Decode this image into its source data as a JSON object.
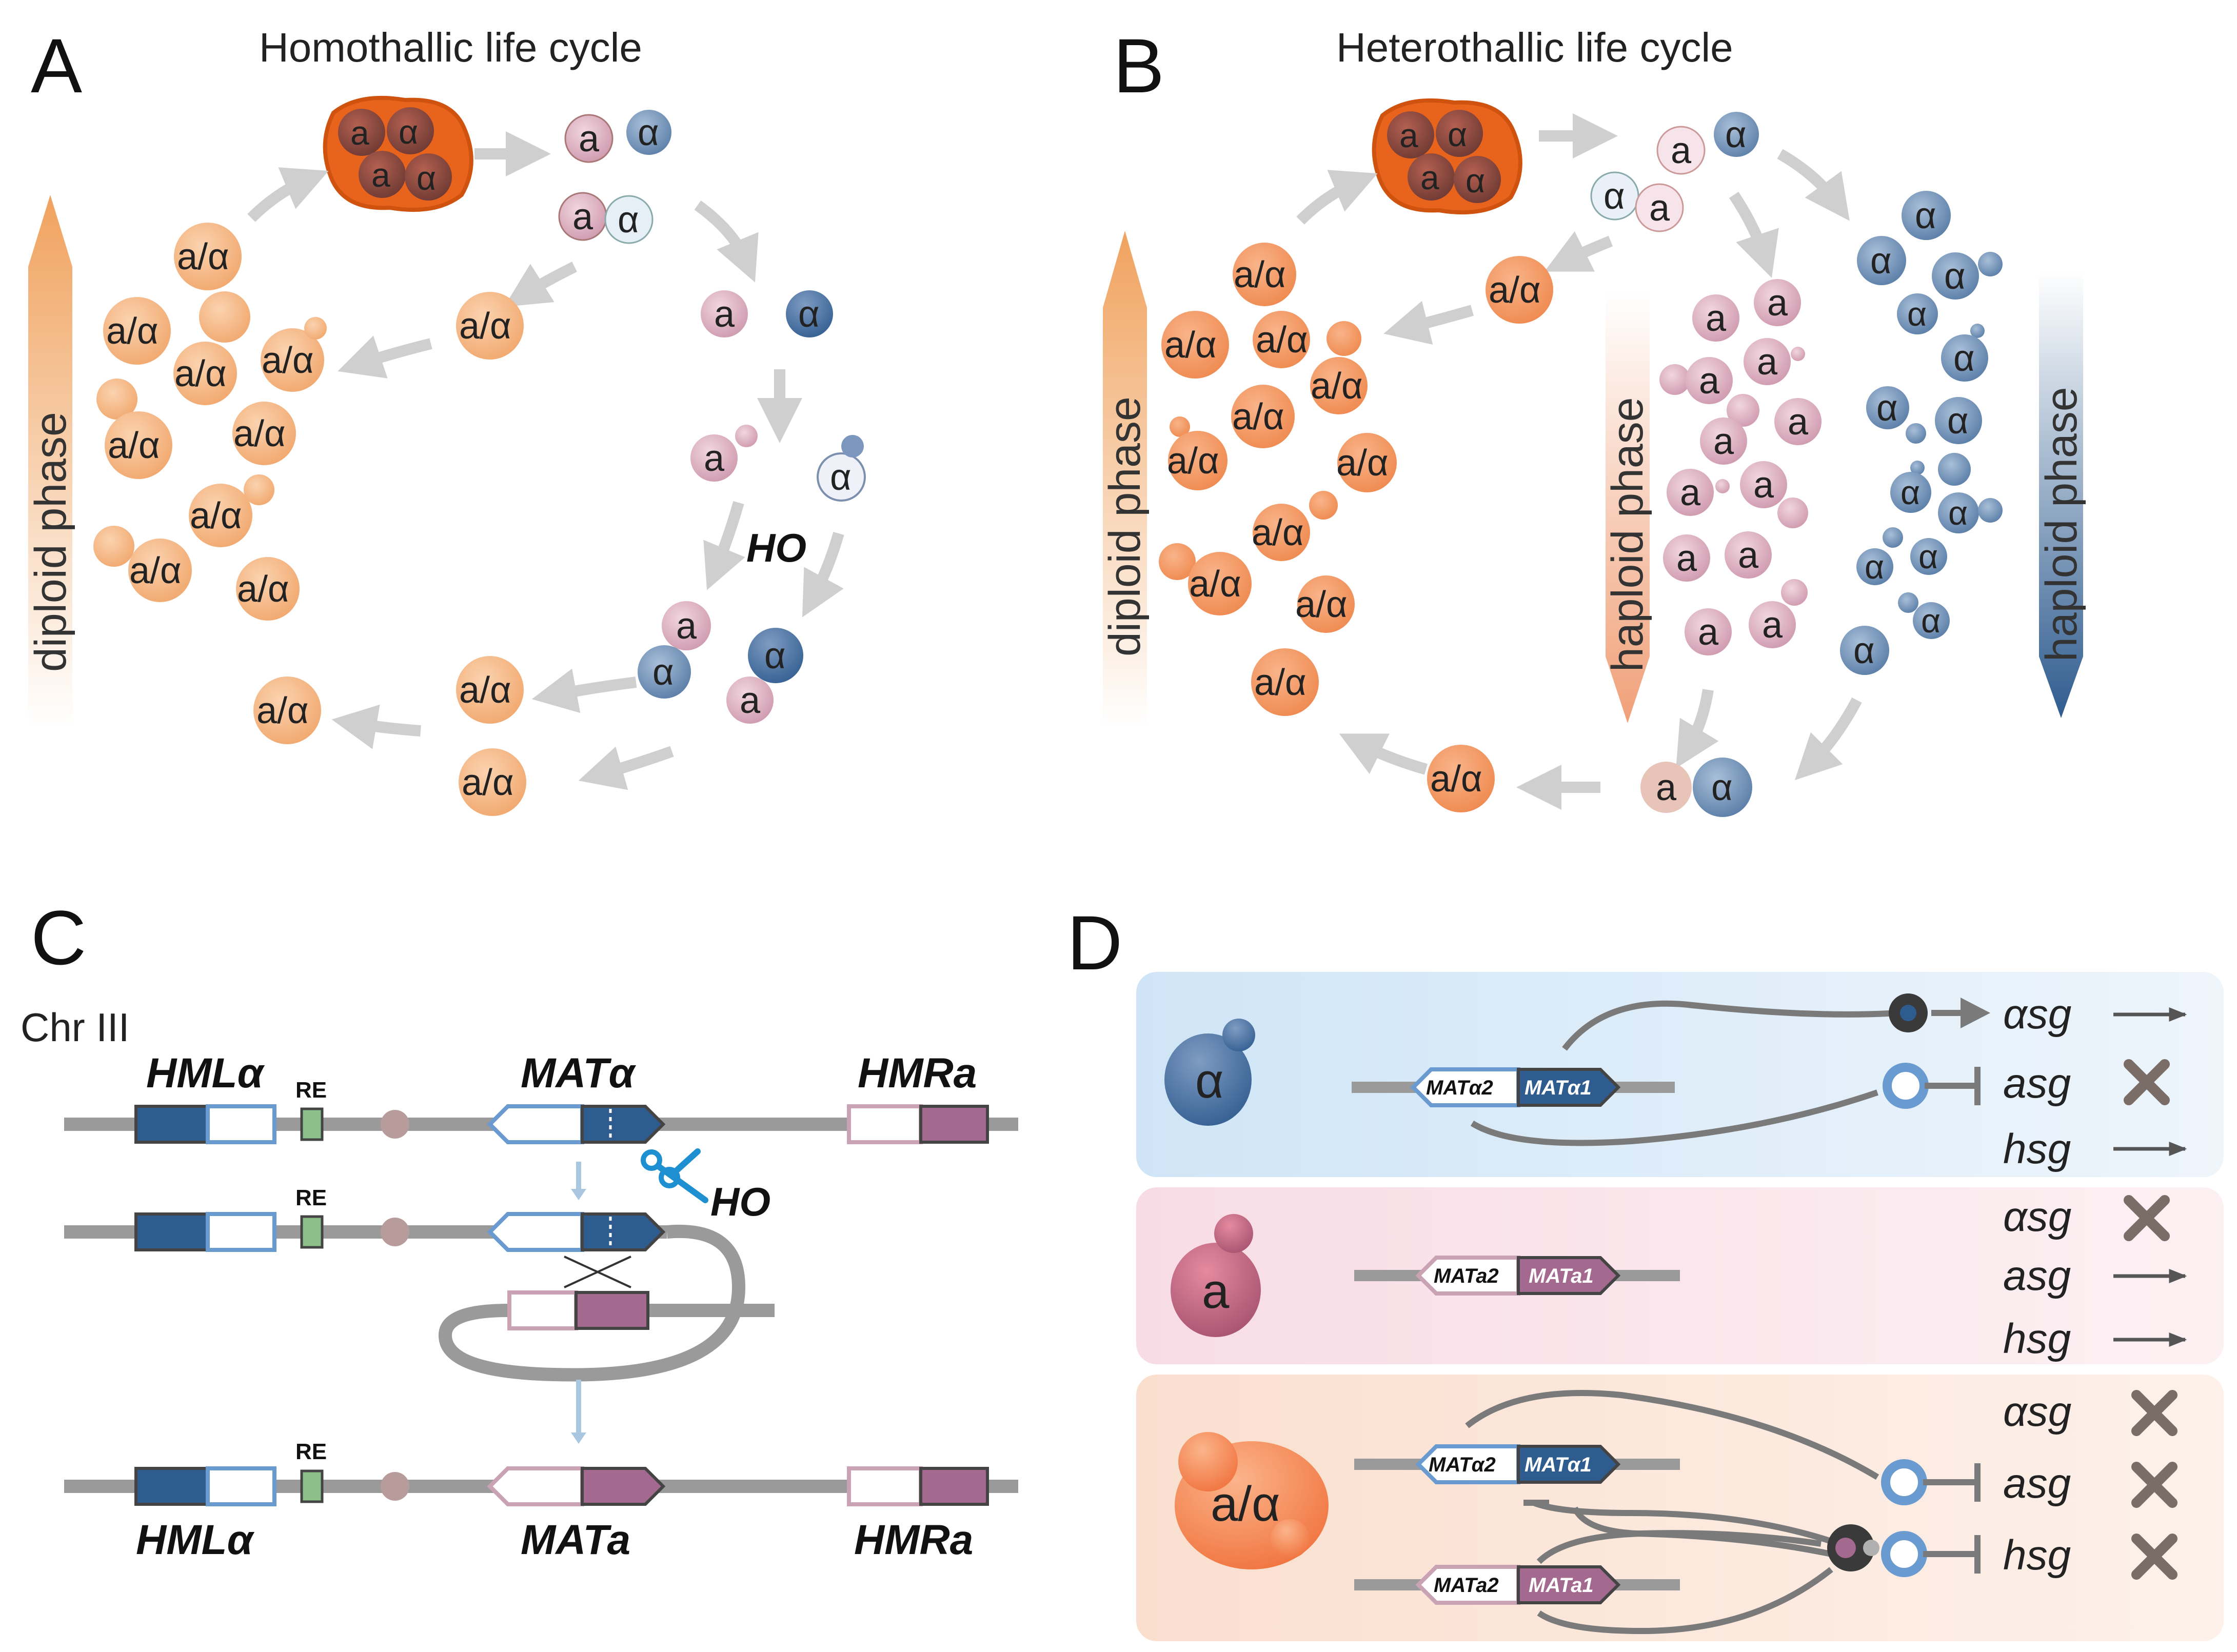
{
  "panels": {
    "a": {
      "letter": "A",
      "title": "Homothallic life cycle",
      "phase_label": "diploid phase",
      "enzyme": "HO"
    },
    "b": {
      "letter": "B",
      "title": "Heterothallic life cycle",
      "diploid_label": "diploid phase",
      "haploid_label_a": "haploid phase",
      "haploid_label_alpha": "haploid phase"
    },
    "c": {
      "letter": "C",
      "chromosome": "Chr III",
      "re": "RE",
      "hml_alpha": "HMLα",
      "mat_alpha": "MATα",
      "hmr_a": "HMRa",
      "mat_a": "MATa",
      "enzyme": "HO"
    },
    "d": {
      "letter": "D",
      "genes": {
        "mat_alpha2": "MATα2",
        "mat_alpha1": "MATα1",
        "mat_a2": "MATa2",
        "mat_a1": "MATa1"
      },
      "rows": [
        {
          "cell": "α",
          "targets": [
            "αsg",
            "asg",
            "hsg"
          ],
          "states": [
            "on",
            "off",
            "on"
          ]
        },
        {
          "cell": "a",
          "targets": [
            "αsg",
            "asg",
            "hsg"
          ],
          "states": [
            "off",
            "on",
            "on"
          ]
        },
        {
          "cell": "a/α",
          "targets": [
            "αsg",
            "asg",
            "hsg"
          ],
          "states": [
            "off",
            "off",
            "off"
          ]
        }
      ]
    }
  },
  "cell_labels": {
    "a": "a",
    "alpha": "α",
    "diploid": "a/α"
  },
  "colors": {
    "diploid": "#f5b98a",
    "diploid_b": "#f5975e",
    "haploid_a": "#d9a9b9",
    "haploid_alpha": "#6e8db3",
    "ascus": "#e8631c",
    "mat_alpha": "#2f5c8f",
    "mat_a": "#a3698e",
    "arrow": "#cfcfcf",
    "row_alpha_bg": "#dbeaf6",
    "row_a_bg": "#f8e3ea",
    "row_diploid_bg": "#fbe8dc"
  }
}
